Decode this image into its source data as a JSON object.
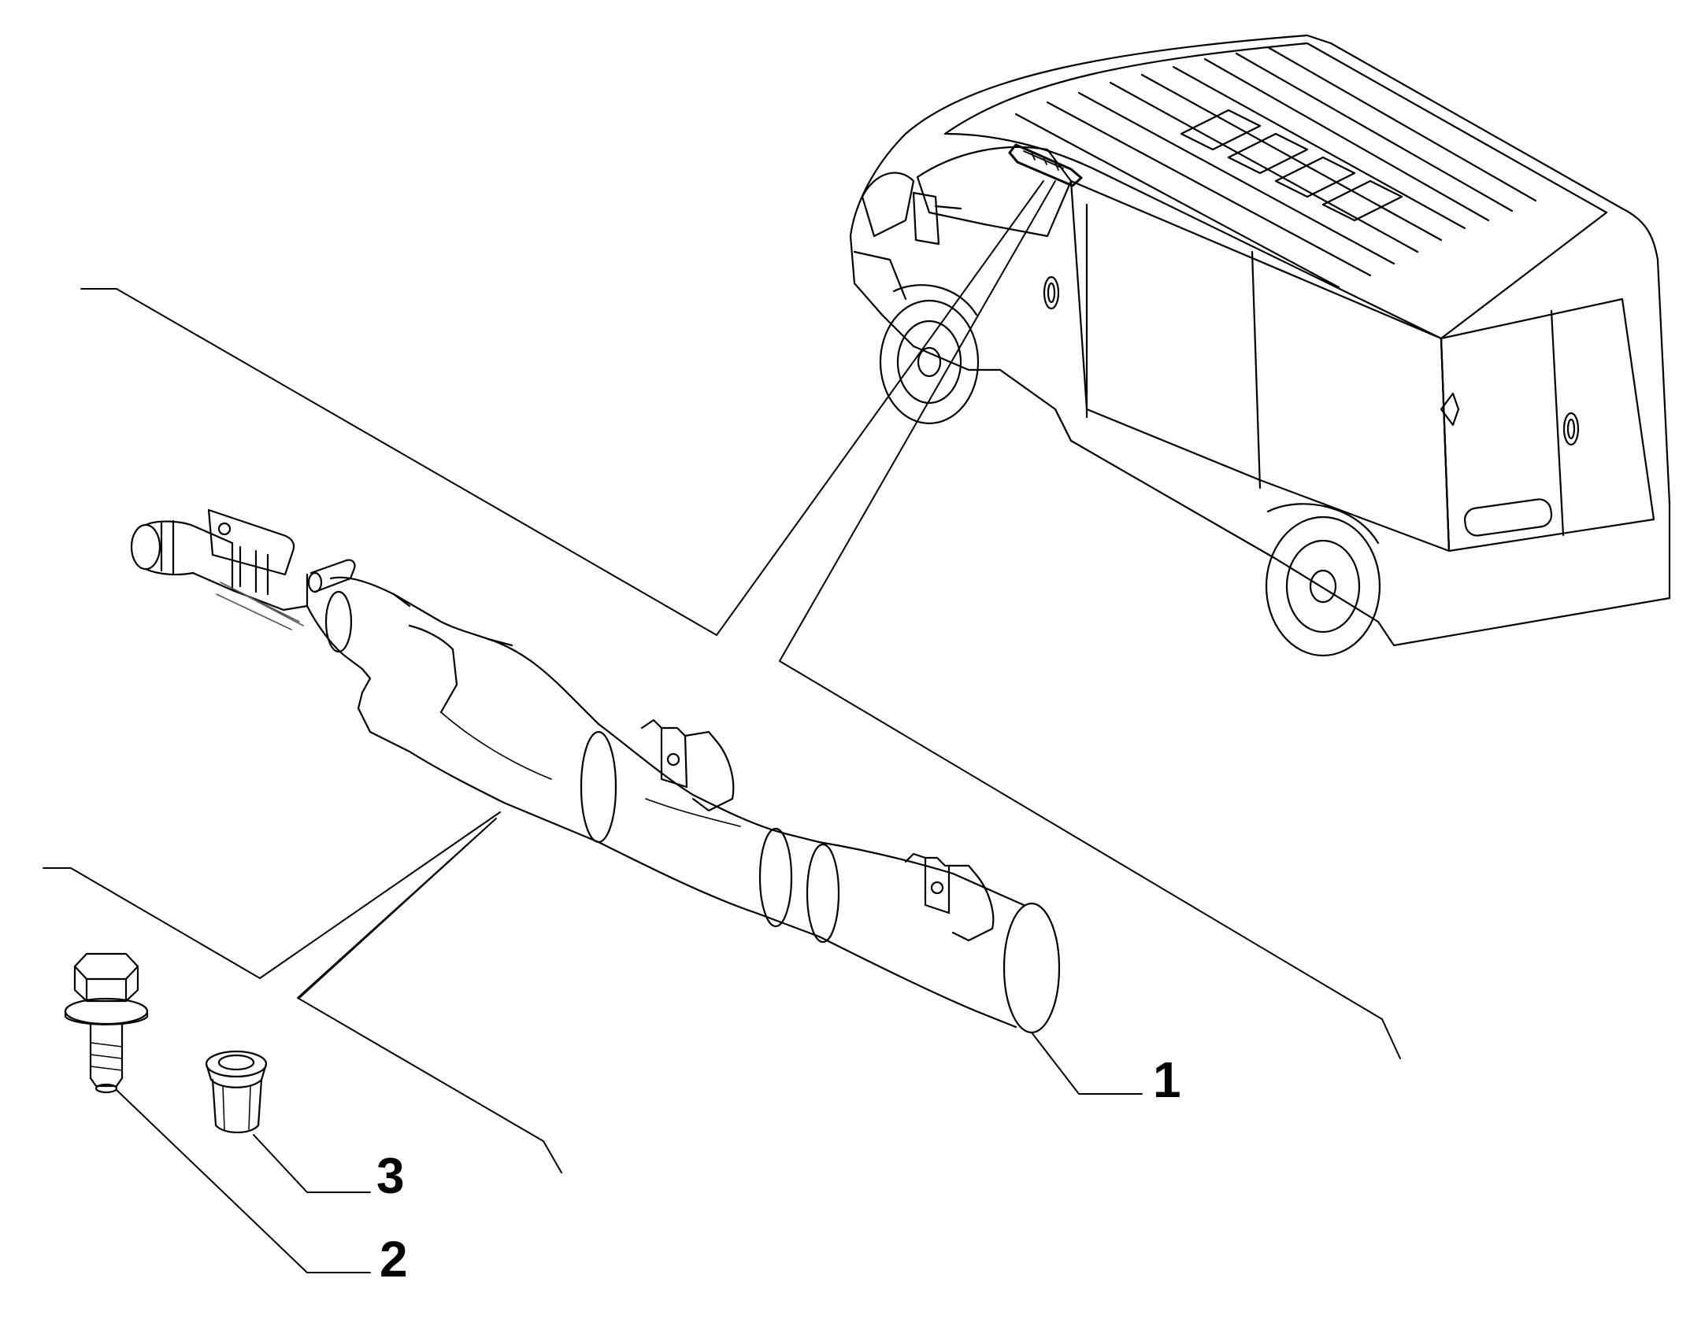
{
  "callouts": {
    "part_1": "1",
    "part_2": "2",
    "part_3": "3"
  },
  "colors": {
    "line": "#000000",
    "background": "#ffffff",
    "hatch": "#555555"
  }
}
